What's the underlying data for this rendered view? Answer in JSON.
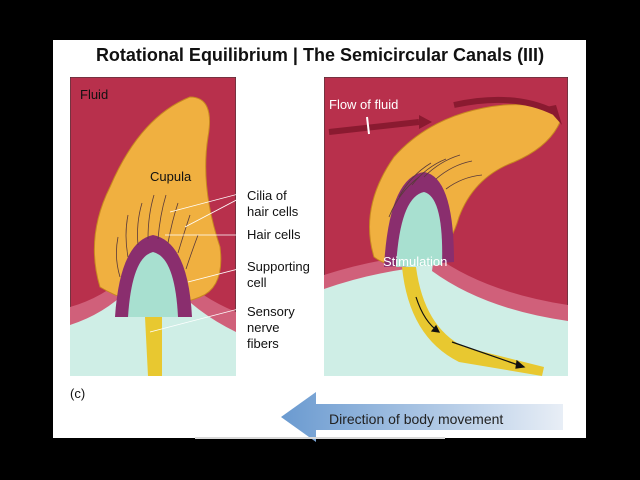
{
  "title": "Rotational Equilibrium | The Semicircular Canals (III)",
  "left_panel": {
    "fluid_label": "Fluid",
    "cupula_label": "Cupula",
    "cilia_label_line1": "Cilia of",
    "cilia_label_line2": "hair cells",
    "hair_cells_label": "Hair cells",
    "supporting_label_line1": "Supporting",
    "supporting_label_line2": "cell",
    "sensory_label_line1": "Sensory",
    "sensory_label_line2": "nerve",
    "sensory_label_line3": "fibers"
  },
  "right_panel": {
    "flow_label": "Flow of fluid",
    "stimulation_label": "Stimulation"
  },
  "caption": "(c)",
  "direction_label": "Direction of body movement",
  "colors": {
    "fluid": "#b8304c",
    "cupula": "#f0b040",
    "hair_cells": "#8a2e6e",
    "supporting": "#a8e0d0",
    "nerve": "#e8c830",
    "base": "#cfeee6",
    "arrow_blue": "#6a9ad0"
  }
}
